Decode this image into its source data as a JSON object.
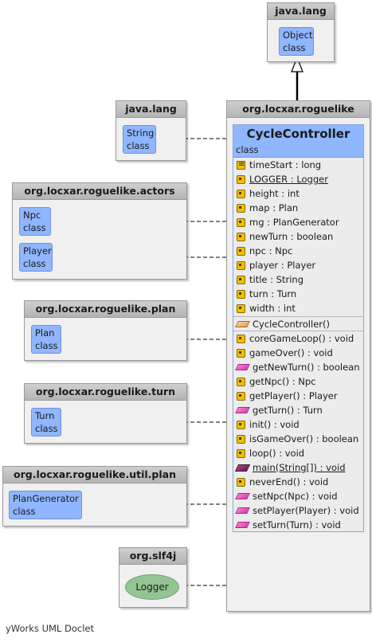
{
  "packages": {
    "java_lang_top": {
      "name": "java.lang",
      "class": {
        "name": "Object",
        "stereotype": "class"
      }
    },
    "java_lang_left": {
      "name": "java.lang",
      "class": {
        "name": "String",
        "stereotype": "class"
      }
    },
    "roguelike": {
      "name": "org.locxar.roguelike"
    },
    "actors": {
      "name": "org.locxar.roguelike.actors",
      "classes": [
        {
          "name": "Npc",
          "stereotype": "class"
        },
        {
          "name": "Player",
          "stereotype": "class"
        }
      ]
    },
    "plan": {
      "name": "org.locxar.roguelike.plan",
      "class": {
        "name": "Plan",
        "stereotype": "class"
      }
    },
    "turn": {
      "name": "org.locxar.roguelike.turn",
      "class": {
        "name": "Turn",
        "stereotype": "class"
      }
    },
    "util_plan": {
      "name": "org.locxar.roguelike.util.plan",
      "class": {
        "name": "PlanGenerator",
        "stereotype": "class"
      }
    },
    "slf4j": {
      "name": "org.slf4j",
      "class": {
        "name": "Logger"
      }
    }
  },
  "main_class": {
    "name": "CycleController",
    "stereotype": "class",
    "fields": [
      {
        "icon": "static-field-icon",
        "text": "timeStart : long",
        "underline": false
      },
      {
        "icon": "private-field-icon",
        "text": "LOGGER : Logger",
        "underline": true
      },
      {
        "icon": "private-field-icon",
        "text": "height : int",
        "underline": false
      },
      {
        "icon": "private-field-icon",
        "text": "map : Plan",
        "underline": false
      },
      {
        "icon": "private-field-icon",
        "text": "mg : PlanGenerator",
        "underline": false
      },
      {
        "icon": "private-field-icon",
        "text": "newTurn : boolean",
        "underline": false
      },
      {
        "icon": "private-field-icon",
        "text": "npc : Npc",
        "underline": false
      },
      {
        "icon": "private-field-icon",
        "text": "player : Player",
        "underline": false
      },
      {
        "icon": "private-field-icon",
        "text": "title : String",
        "underline": false
      },
      {
        "icon": "private-field-icon",
        "text": "turn : Turn",
        "underline": false
      },
      {
        "icon": "private-field-icon",
        "text": "width : int",
        "underline": false
      }
    ],
    "constructors": [
      {
        "icon": "constructor-icon",
        "text": "CycleController()",
        "underline": false
      }
    ],
    "methods": [
      {
        "icon": "private-method-icon",
        "text": "coreGameLoop() : void",
        "underline": false
      },
      {
        "icon": "private-method-icon",
        "text": "gameOver() : void",
        "underline": false
      },
      {
        "icon": "public-method-icon",
        "text": "getNewTurn() : boolean",
        "underline": false
      },
      {
        "icon": "private-method-icon",
        "text": "getNpc() : Npc",
        "underline": false
      },
      {
        "icon": "private-method-icon",
        "text": "getPlayer() : Player",
        "underline": false
      },
      {
        "icon": "public-method-icon",
        "text": "getTurn() : Turn",
        "underline": false
      },
      {
        "icon": "private-method-icon",
        "text": "init() : void",
        "underline": false
      },
      {
        "icon": "private-method-icon",
        "text": "isGameOver() : boolean",
        "underline": false
      },
      {
        "icon": "private-method-icon",
        "text": "loop() : void",
        "underline": false
      },
      {
        "icon": "public-static-method-icon",
        "text": "main(String[]) : void",
        "underline": true
      },
      {
        "icon": "private-method-icon",
        "text": "neverEnd() : void",
        "underline": false
      },
      {
        "icon": "public-method-icon",
        "text": "setNpc(Npc) : void",
        "underline": false
      },
      {
        "icon": "public-method-icon",
        "text": "setPlayer(Player) : void",
        "underline": false
      },
      {
        "icon": "public-method-icon",
        "text": "setTurn(Turn) : void",
        "underline": false
      }
    ]
  },
  "footer": "yWorks UML Doclet"
}
